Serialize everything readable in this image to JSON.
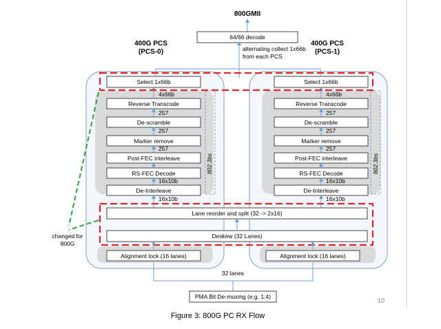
{
  "title": "800GMII",
  "top_decode": "64/66 decode",
  "collect_note_line1": "alternating collect 1x66b",
  "collect_note_line2": "from each PCS",
  "pcs0_title_line1": "400G PCS",
  "pcs0_title_line2": "(PCS-0)",
  "pcs1_title_line1": "400G PCS",
  "pcs1_title_line2": "(PCS-1)",
  "select_label": "Select 1x66b",
  "stack_blocks": [
    "Reverse Transcode",
    "De-scramble",
    "Marker remove",
    "Post-FEC interleave",
    "RS-FEC Decode",
    "De-Interleave"
  ],
  "bw_labels": [
    "4x66b",
    "257",
    "257",
    "257",
    "",
    "16x10b",
    "16x10b"
  ],
  "clause_label": "802.3bs",
  "lane_reorder": "Lane reorder and split (32 -> 2x16)",
  "deskew": "Deskew (32 Lanes)",
  "alignment_lock": "Alignment lock (16 lanes)",
  "lanes32": "32 lanes",
  "pma_demux": "PMA Bit De-muxing (e.g. 1:4)",
  "changed_note_line1": "changed for",
  "changed_note_line2": "800G",
  "page_number": "10",
  "caption": "Figure 3: 800G PC RX Flow",
  "colors": {
    "arrow": "#6aa2d6",
    "outline": "#7f9fc0",
    "red": "#e3232b",
    "green": "#27a640",
    "gray": "#dadada"
  }
}
